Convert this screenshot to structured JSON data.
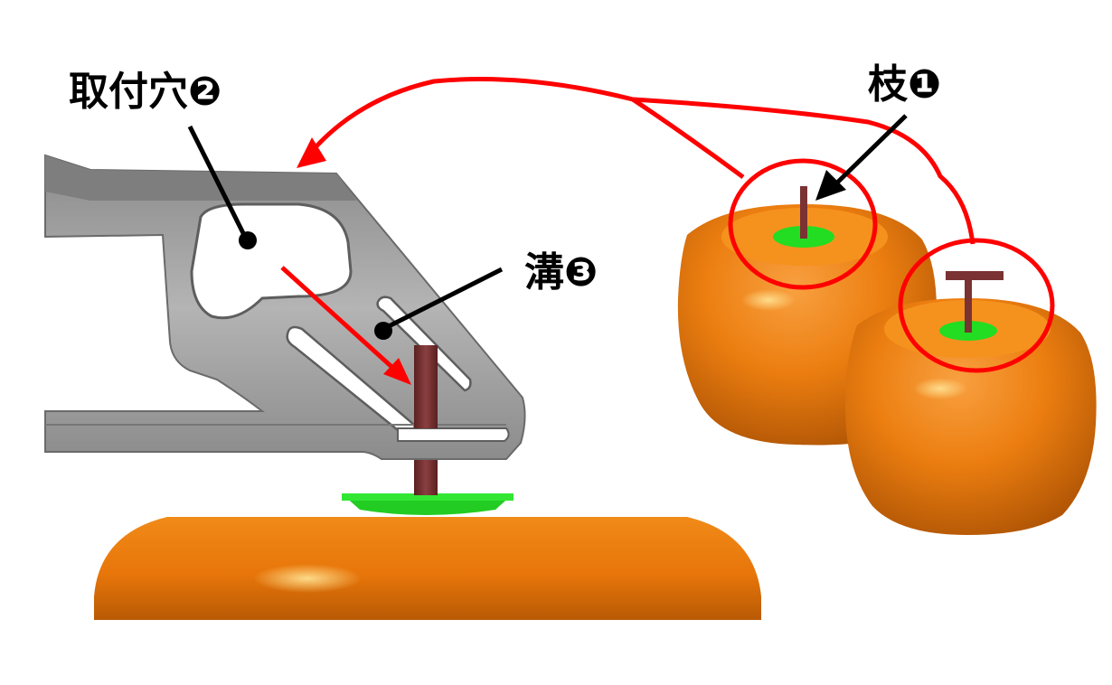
{
  "labels": {
    "hole": "取付穴❷",
    "branch": "枝❶",
    "groove": "溝❸"
  },
  "colors": {
    "persimmon": "#f07f0a",
    "calyx": "#22dd22",
    "stem": "#7a3232",
    "arrow": "#ff0000",
    "tool": "#9a9a9a"
  }
}
